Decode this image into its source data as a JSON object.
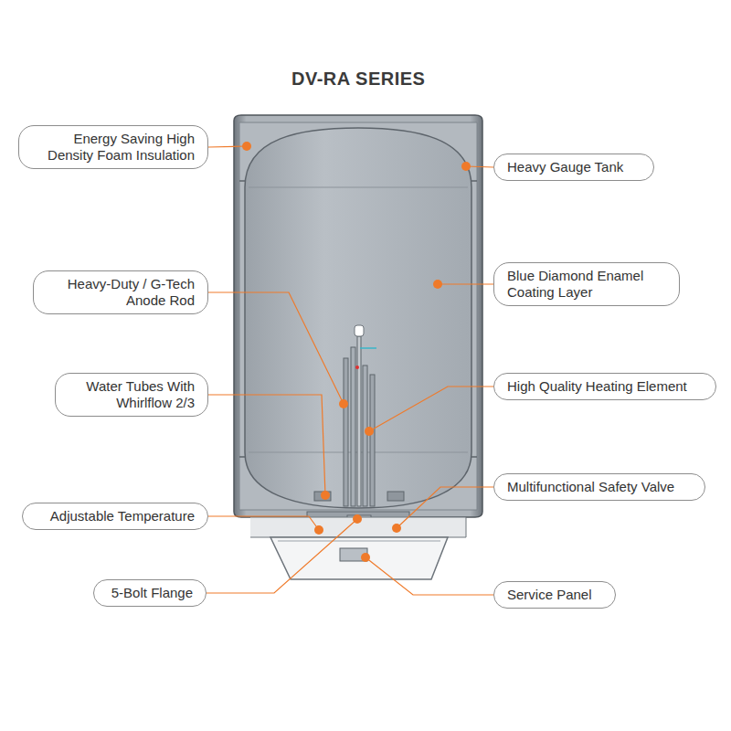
{
  "diagram": {
    "title": "DV-RA SERIES",
    "nodes": [
      {
        "text": [
          "Energy Saving High Density Foam Insulation"
        ]
      },
      {
        "text": [
          "Heavy Gauge Tank"
        ]
      },
      {
        "text": [
          "Heavy-Duty / G-Tech Anode Rod"
        ]
      },
      {
        "text": [
          "Blue Diamond Enamel Coating Layer"
        ]
      },
      {
        "text": [
          "Water Tubes With Whirlflow 2/3"
        ]
      },
      {
        "text": [
          "High Quality Heating Element"
        ]
      },
      {
        "text": [
          "Adjustable Temperature"
        ]
      },
      {
        "text": [
          "Multifunctional Safety Valve"
        ]
      },
      {
        "text": [
          "5-Bolt Flange"
        ]
      },
      {
        "text": [
          "Service Panel"
        ]
      }
    ]
  }
}
